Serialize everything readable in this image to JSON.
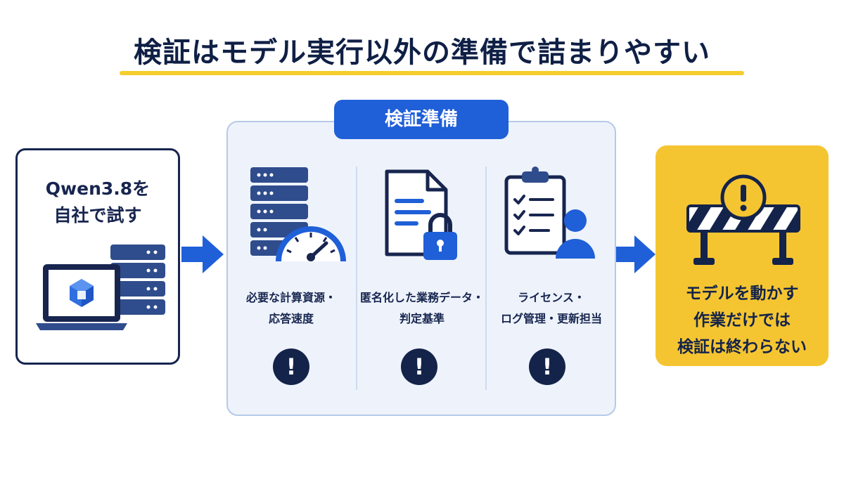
{
  "title": "検証はモデル実行以外の準備で詰まりやすい",
  "left_box": {
    "lines": [
      "Qwen3.8を",
      "自社で試す"
    ]
  },
  "prep": {
    "tag": "検証準備",
    "columns": [
      {
        "icon": "server-speedometer-icon",
        "lines": [
          "必要な計算資源・",
          "応答速度"
        ],
        "warning": "!"
      },
      {
        "icon": "document-lock-icon",
        "lines": [
          "匿名化した業務データ・",
          "判定基準"
        ],
        "warning": "!"
      },
      {
        "icon": "checklist-person-icon",
        "lines": [
          "ライセンス・",
          "ログ管理・更新担当"
        ],
        "warning": "!"
      }
    ]
  },
  "right_box": {
    "lines": [
      "モデルを動かす",
      "作業だけでは",
      "検証は終わらない"
    ]
  },
  "colors": {
    "accent_blue": "#1f5fd8",
    "navy": "#14234a",
    "highlight_yellow": "#f5c531",
    "underline_yellow": "#f5cd2d",
    "panel_bg": "#eef3fb"
  }
}
